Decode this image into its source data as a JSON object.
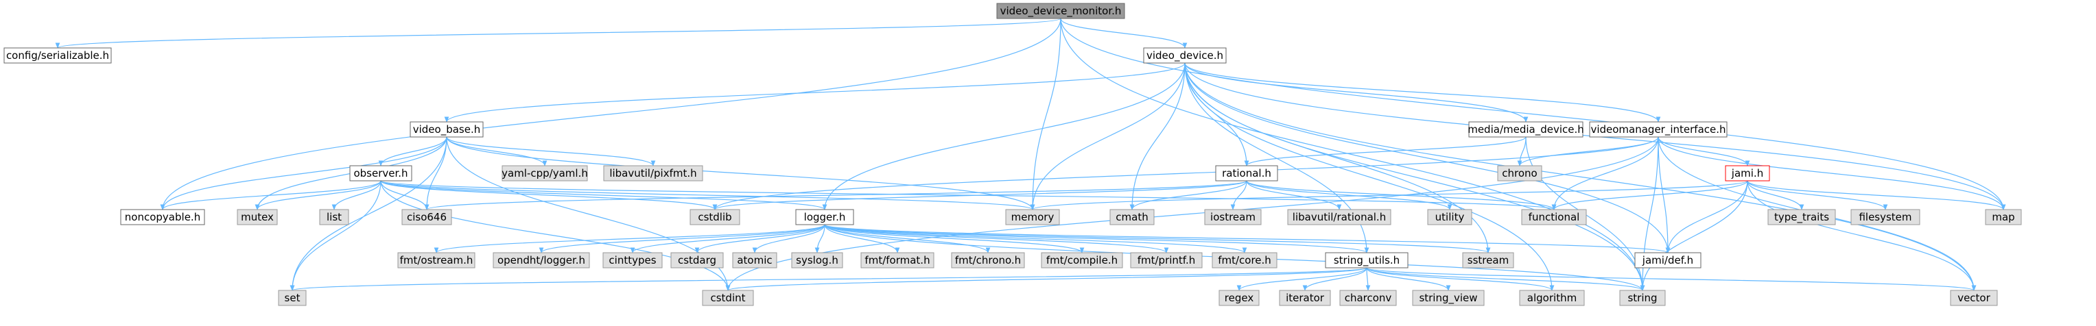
{
  "colors": {
    "edge": "#63b8ff",
    "root_fill": "#999999",
    "node_fill": "#ffffff",
    "node_border": "#666666",
    "external_fill": "#e0e0e0",
    "external_border": "#999999",
    "highlight_border": "#ff0000"
  },
  "nodes": {
    "video_device_monitor": "video_device_monitor.h",
    "config_serializable": "config/serializable.h",
    "video_device": "video_device.h",
    "video_base": "video_base.h",
    "media_device": "media/media_device.h",
    "videomanager_interface": "videomanager_interface.h",
    "observer": "observer.h",
    "yaml_cpp": "yaml-cpp/yaml.h",
    "libavutil_pixfmt": "libavutil/pixfmt.h",
    "rational": "rational.h",
    "chrono": "chrono",
    "jami": "jami.h",
    "noncopyable": "noncopyable.h",
    "mutex": "mutex",
    "list": "list",
    "ciso646": "ciso646",
    "cstdlib": "cstdlib",
    "memory": "memory",
    "cmath": "cmath",
    "iostream": "iostream",
    "libavutil_rational": "libavutil/rational.h",
    "utility": "utility",
    "functional": "functional",
    "type_traits": "type_traits",
    "filesystem": "filesystem",
    "map": "map",
    "logger": "logger.h",
    "fmt_ostream": "fmt/ostream.h",
    "opendht_logger": "opendht/logger.h",
    "cinttypes": "cinttypes",
    "cstdarg": "cstdarg",
    "atomic": "atomic",
    "syslog": "syslog.h",
    "fmt_format": "fmt/format.h",
    "fmt_chrono": "fmt/chrono.h",
    "fmt_compile": "fmt/compile.h",
    "fmt_printf": "fmt/printf.h",
    "fmt_core": "fmt/core.h",
    "string_utils": "string_utils.h",
    "sstream": "sstream",
    "jami_def": "jami/def.h",
    "set": "set",
    "cstdint": "cstdint",
    "regex": "regex",
    "iterator": "iterator",
    "charconv": "charconv",
    "string_view": "string_view",
    "algorithm": "algorithm",
    "string": "string",
    "vector": "vector"
  }
}
